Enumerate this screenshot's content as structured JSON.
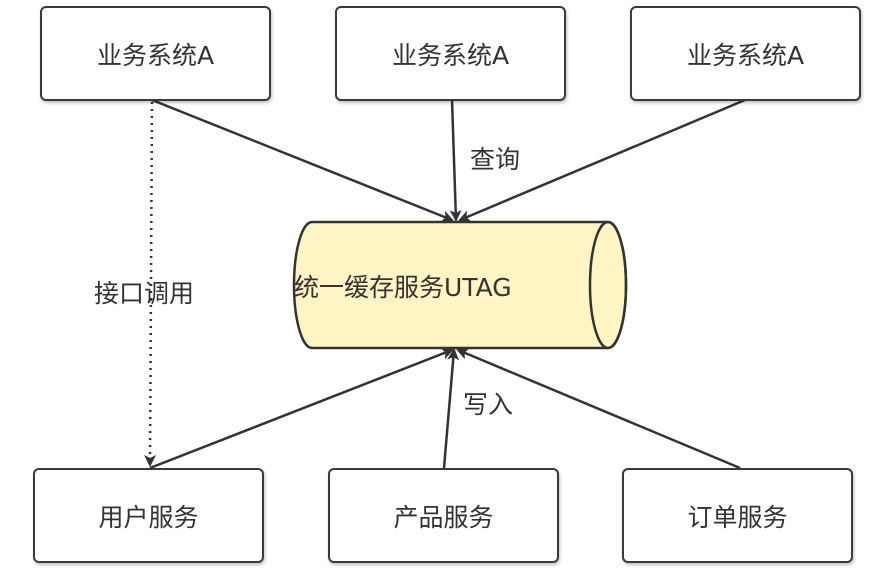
{
  "top_nodes": [
    {
      "label": "业务系统A"
    },
    {
      "label": "业务系统A"
    },
    {
      "label": "业务系统A"
    }
  ],
  "bottom_nodes": [
    {
      "label": "用户服务"
    },
    {
      "label": "产品服务"
    },
    {
      "label": "订单服务"
    }
  ],
  "center": {
    "label": "统一缓存服务UTAG",
    "fill": "#fff4c3"
  },
  "edges": {
    "query_label": "查询",
    "write_label": "写入",
    "interface_label": "接口调用"
  },
  "colors": {
    "stroke": "#333333",
    "text": "#333333"
  }
}
